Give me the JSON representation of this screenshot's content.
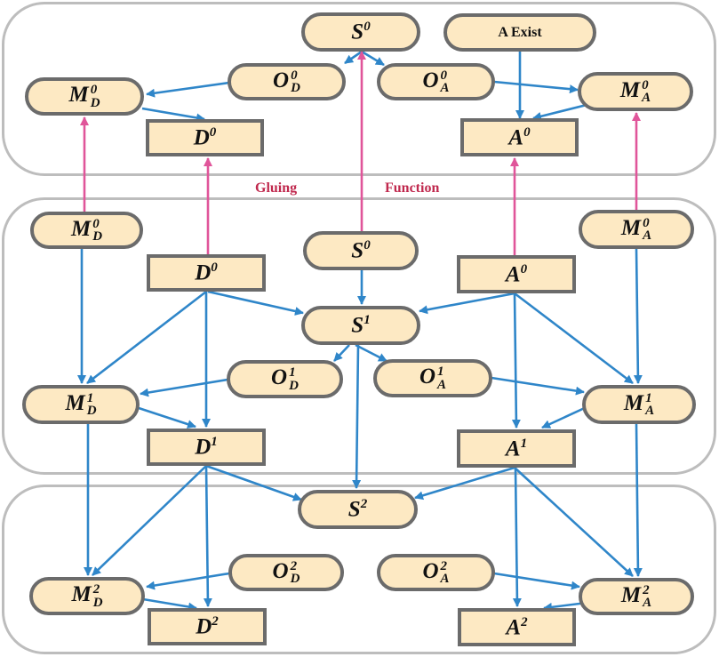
{
  "colors": {
    "blue_arrow": "#2f86c9",
    "pink_arrow": "#e0559a",
    "node_fill": "#fde9c3",
    "node_border": "#6b6b6b",
    "panel_border": "#bdbdbd",
    "caption": "#c0294e"
  },
  "captions": {
    "left": "Gluing",
    "right": "Function"
  },
  "nodes": {
    "top_S0": {
      "base": "S",
      "sup": "0"
    },
    "top_exist": {
      "text": "A Exist"
    },
    "top_OD0": {
      "base": "O",
      "sup": "0",
      "sub": "D"
    },
    "top_OA0": {
      "base": "O",
      "sup": "0",
      "sub": "A"
    },
    "top_MD0": {
      "base": "M",
      "sup": "0",
      "sub": "D"
    },
    "top_MA0": {
      "base": "M",
      "sup": "0",
      "sub": "A"
    },
    "top_D0": {
      "base": "D",
      "sup": "0"
    },
    "top_A0": {
      "base": "A",
      "sup": "0"
    },
    "mid_MD0": {
      "base": "M",
      "sup": "0",
      "sub": "D"
    },
    "mid_S0": {
      "base": "S",
      "sup": "0"
    },
    "mid_MA0": {
      "base": "M",
      "sup": "0",
      "sub": "A"
    },
    "mid_D0": {
      "base": "D",
      "sup": "0"
    },
    "mid_A0": {
      "base": "A",
      "sup": "0"
    },
    "mid_S1": {
      "base": "S",
      "sup": "1"
    },
    "mid_OD1": {
      "base": "O",
      "sup": "1",
      "sub": "D"
    },
    "mid_OA1": {
      "base": "O",
      "sup": "1",
      "sub": "A"
    },
    "mid_MD1": {
      "base": "M",
      "sup": "1",
      "sub": "D"
    },
    "mid_MA1": {
      "base": "M",
      "sup": "1",
      "sub": "A"
    },
    "mid_D1": {
      "base": "D",
      "sup": "1"
    },
    "mid_A1": {
      "base": "A",
      "sup": "1"
    },
    "bot_S2": {
      "base": "S",
      "sup": "2"
    },
    "bot_OD2": {
      "base": "O",
      "sup": "2",
      "sub": "D"
    },
    "bot_OA2": {
      "base": "O",
      "sup": "2",
      "sub": "A"
    },
    "bot_MD2": {
      "base": "M",
      "sup": "2",
      "sub": "D"
    },
    "bot_MA2": {
      "base": "M",
      "sup": "2",
      "sub": "A"
    },
    "bot_D2": {
      "base": "D",
      "sup": "2"
    },
    "bot_A2": {
      "base": "A",
      "sup": "2"
    }
  }
}
